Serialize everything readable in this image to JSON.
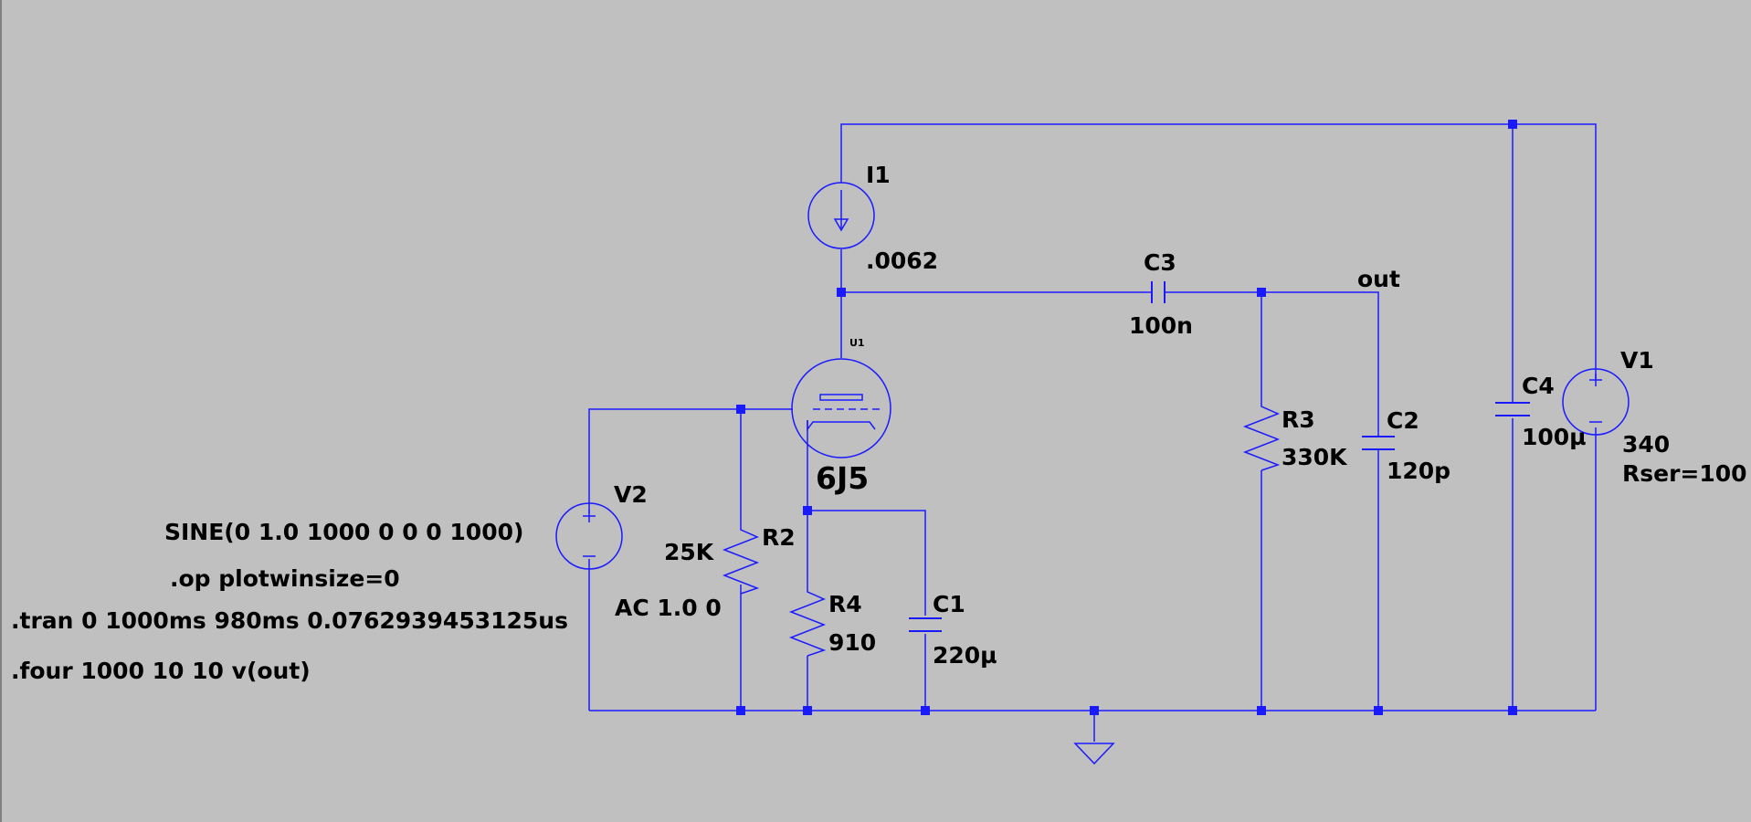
{
  "colors": {
    "wire": "#1a1aff",
    "background": "#c0c0c0",
    "text": "#000000"
  },
  "components": {
    "I1": {
      "name": "I1",
      "value": ".0062"
    },
    "U1": {
      "name": "U1",
      "model": "6J5"
    },
    "C3": {
      "name": "C3",
      "value": "100n"
    },
    "C2": {
      "name": "C2",
      "value": "120p"
    },
    "R3": {
      "name": "R3",
      "value": "330K"
    },
    "C4": {
      "name": "C4",
      "value": "100µ"
    },
    "V1": {
      "name": "V1",
      "value": "340",
      "param": "Rser=100"
    },
    "V2": {
      "name": "V2",
      "value": "SINE(0 1.0 1000 0 0 0 1000)",
      "ac": "AC 1.0 0"
    },
    "R2": {
      "name": "R2",
      "value": "25K"
    },
    "R4": {
      "name": "R4",
      "value": "910"
    },
    "C1": {
      "name": "C1",
      "value": "220µ"
    }
  },
  "net_labels": {
    "out": "out"
  },
  "directives": {
    "op": ".op plotwinsize=0",
    "tran": ".tran 0 1000ms 980ms 0.0762939453125us",
    "four": ".four 1000 10 10  v(out)"
  }
}
